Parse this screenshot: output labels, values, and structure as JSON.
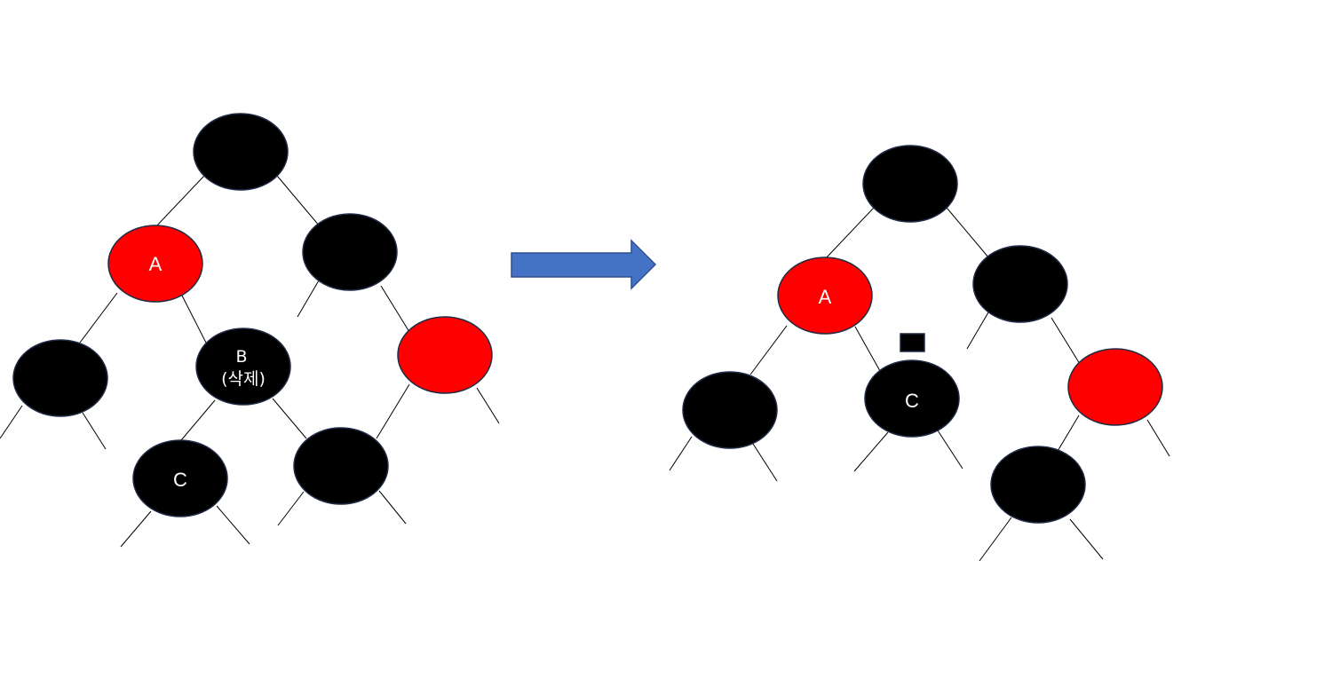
{
  "colors": {
    "black_node": "#000000",
    "red_node": "#ff0000",
    "node_outline": "#1f2a44",
    "edge": "#000000",
    "arrow_fill": "#4472c4",
    "arrow_outline": "#2f4f8f"
  },
  "before_tree": {
    "node_a_label": "A",
    "node_b_label_line1": "B",
    "node_b_label_line2": "(삭제)",
    "node_c_label": "C"
  },
  "after_tree": {
    "node_a_label": "A",
    "node_c_label": "C"
  },
  "transition_arrow": {
    "icon": "right-arrow-icon"
  }
}
